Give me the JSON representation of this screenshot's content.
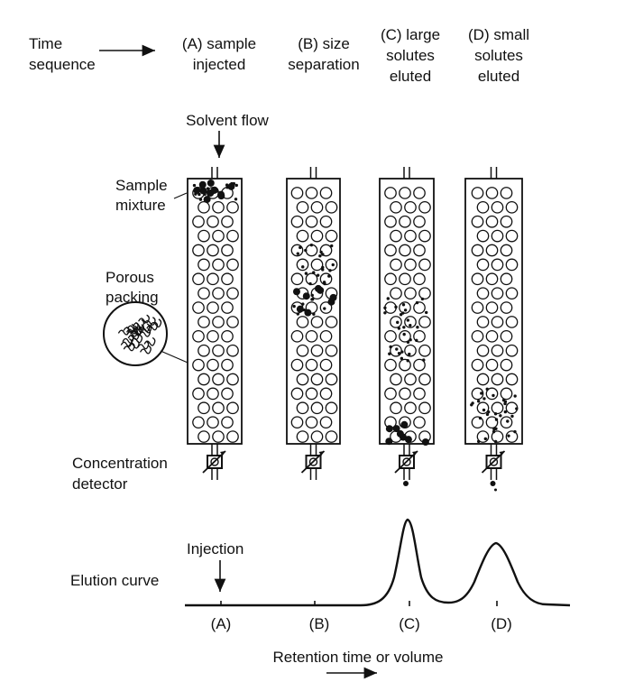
{
  "header": {
    "time_line1": "Time",
    "time_line2": "sequence",
    "stages": [
      {
        "line1": "(A) sample",
        "line2": "injected",
        "line3": ""
      },
      {
        "line1": "(B) size",
        "line2": "separation",
        "line3": ""
      },
      {
        "line1": "(C) large",
        "line2": "solutes",
        "line3": "eluted"
      },
      {
        "line1": "(D) small",
        "line2": "solutes",
        "line3": "eluted"
      }
    ]
  },
  "labels": {
    "solvent_flow": "Solvent flow",
    "sample_line1": "Sample",
    "sample_line2": "mixture",
    "porous_line1": "Porous",
    "porous_line2": "packing",
    "detector_line1": "Concentration",
    "detector_line2": "detector",
    "injection": "Injection",
    "elution_curve": "Elution curve",
    "retention": "Retention time or volume"
  },
  "axis_ticks": [
    "(A)",
    "(B)",
    "(C)",
    "(D)"
  ],
  "colors": {
    "ink": "#111111",
    "background": "#ffffff"
  }
}
